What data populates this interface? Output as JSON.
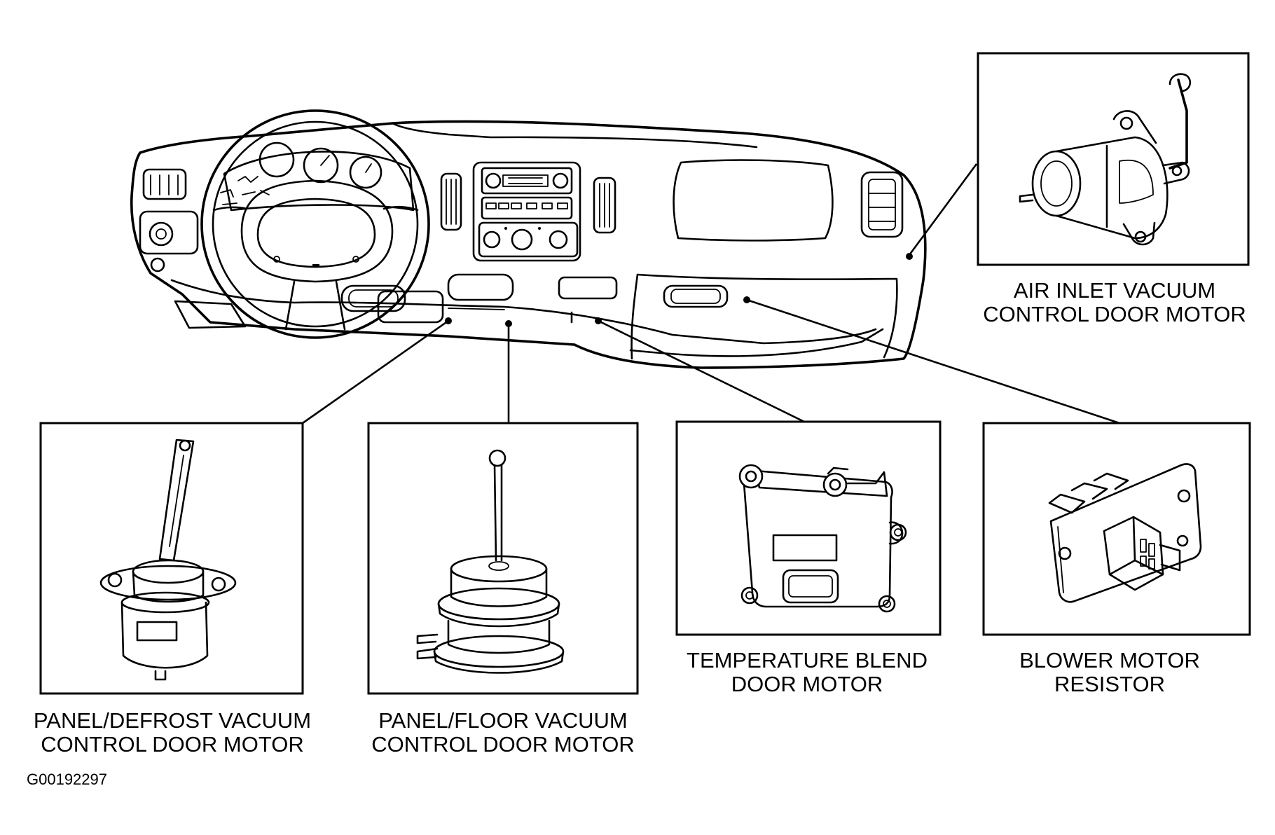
{
  "figure_id": "G00192297",
  "components": {
    "air_inlet": {
      "line1": "AIR INLET VACUUM",
      "line2": "CONTROL DOOR MOTOR"
    },
    "panel_defrost": {
      "line1": "PANEL/DEFROST VACUUM",
      "line2": "CONTROL DOOR MOTOR"
    },
    "panel_floor": {
      "line1": "PANEL/FLOOR VACUUM",
      "line2": "CONTROL DOOR MOTOR"
    },
    "temperature_blend": {
      "line1": "TEMPERATURE BLEND",
      "line2": "DOOR MOTOR"
    },
    "blower_resistor": {
      "line1": "BLOWER MOTOR",
      "line2": "RESISTOR"
    }
  }
}
